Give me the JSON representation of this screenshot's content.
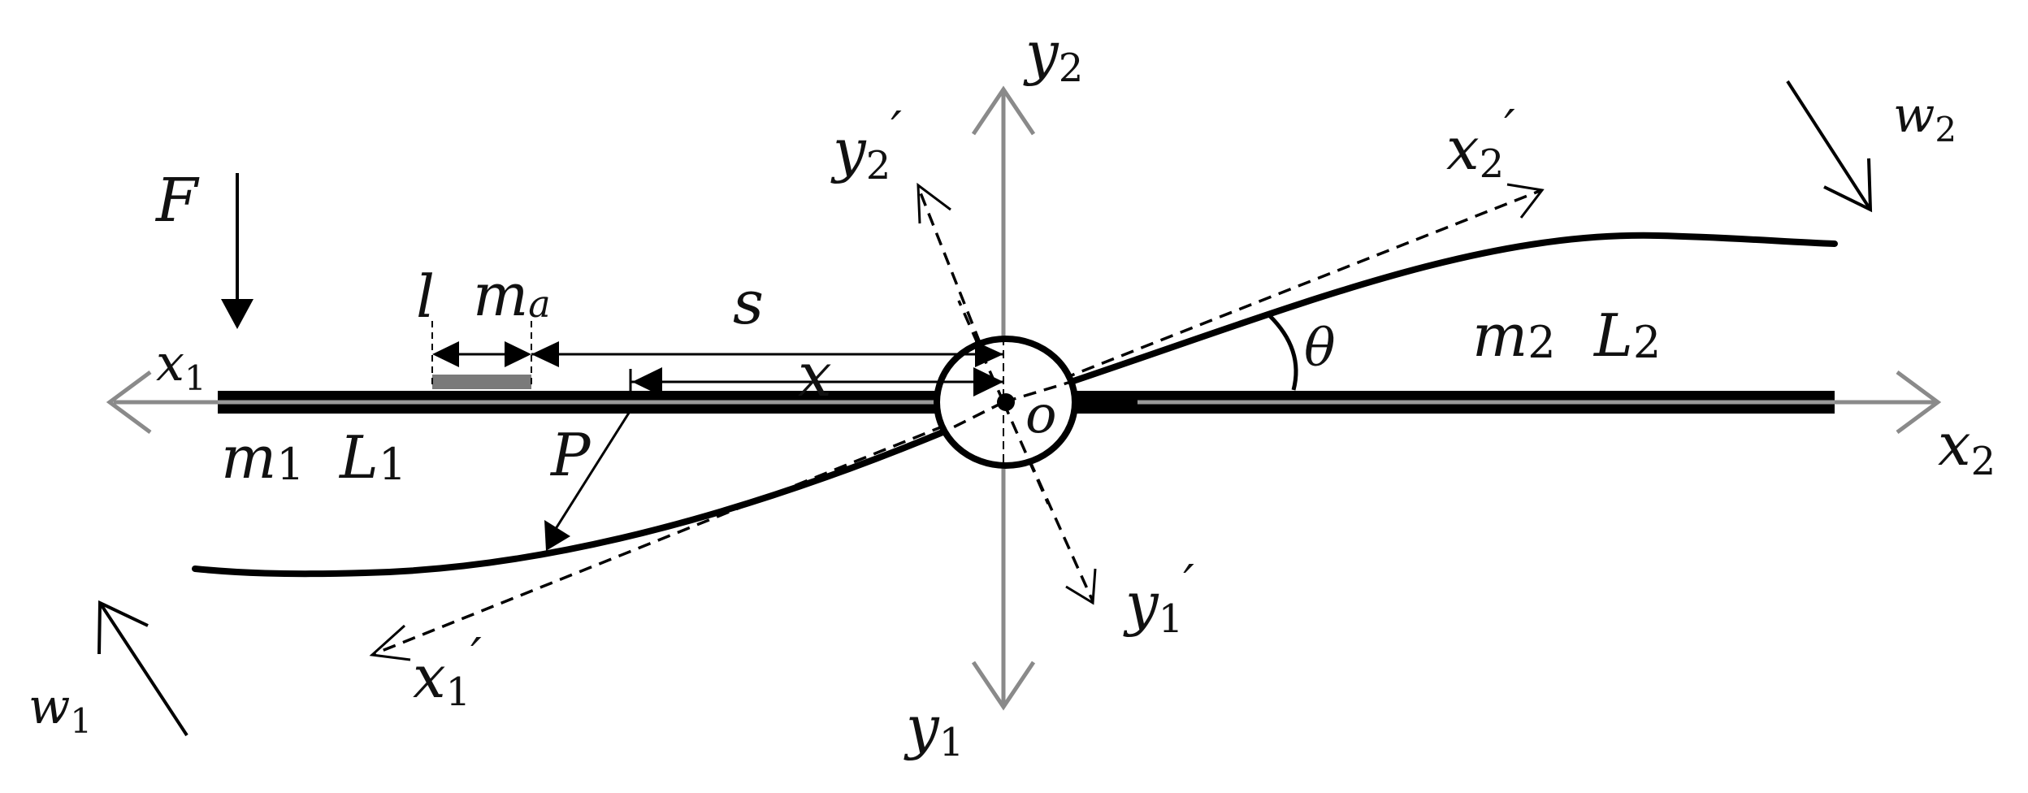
{
  "labels": {
    "y2": "y",
    "y2_sub": "2",
    "y2p": "y",
    "y2p_sub": "2",
    "y2p_prime": "′",
    "x2p": "x",
    "x2p_sub": "2",
    "x2p_prime": "′",
    "w2": "w",
    "w2_sub": "2",
    "F": "F",
    "l": "l",
    "ma": "m",
    "ma_sub": "a",
    "s": "s",
    "x1": "x",
    "x1_sub": "1",
    "x": "x",
    "theta": "θ",
    "m2": "m",
    "m2_sub": "2",
    "L2": "L",
    "L2_sub": "2",
    "m1": "m",
    "m1_sub": "1",
    "L1": "L",
    "L1_sub": "1",
    "P": "P",
    "o": "o",
    "x2": "x",
    "x2_sub": "2",
    "y1p": "y",
    "y1p_sub": "1",
    "y1p_prime": "′",
    "x1p": "x",
    "x1p_sub": "1",
    "x1p_prime": "′",
    "w1": "w",
    "w1_sub": "1",
    "y1": "y",
    "y1_sub": "1"
  },
  "colors": {
    "axis": "#8a8a8a",
    "ink": "#000000",
    "mass_bar": "#7a7a7a"
  }
}
